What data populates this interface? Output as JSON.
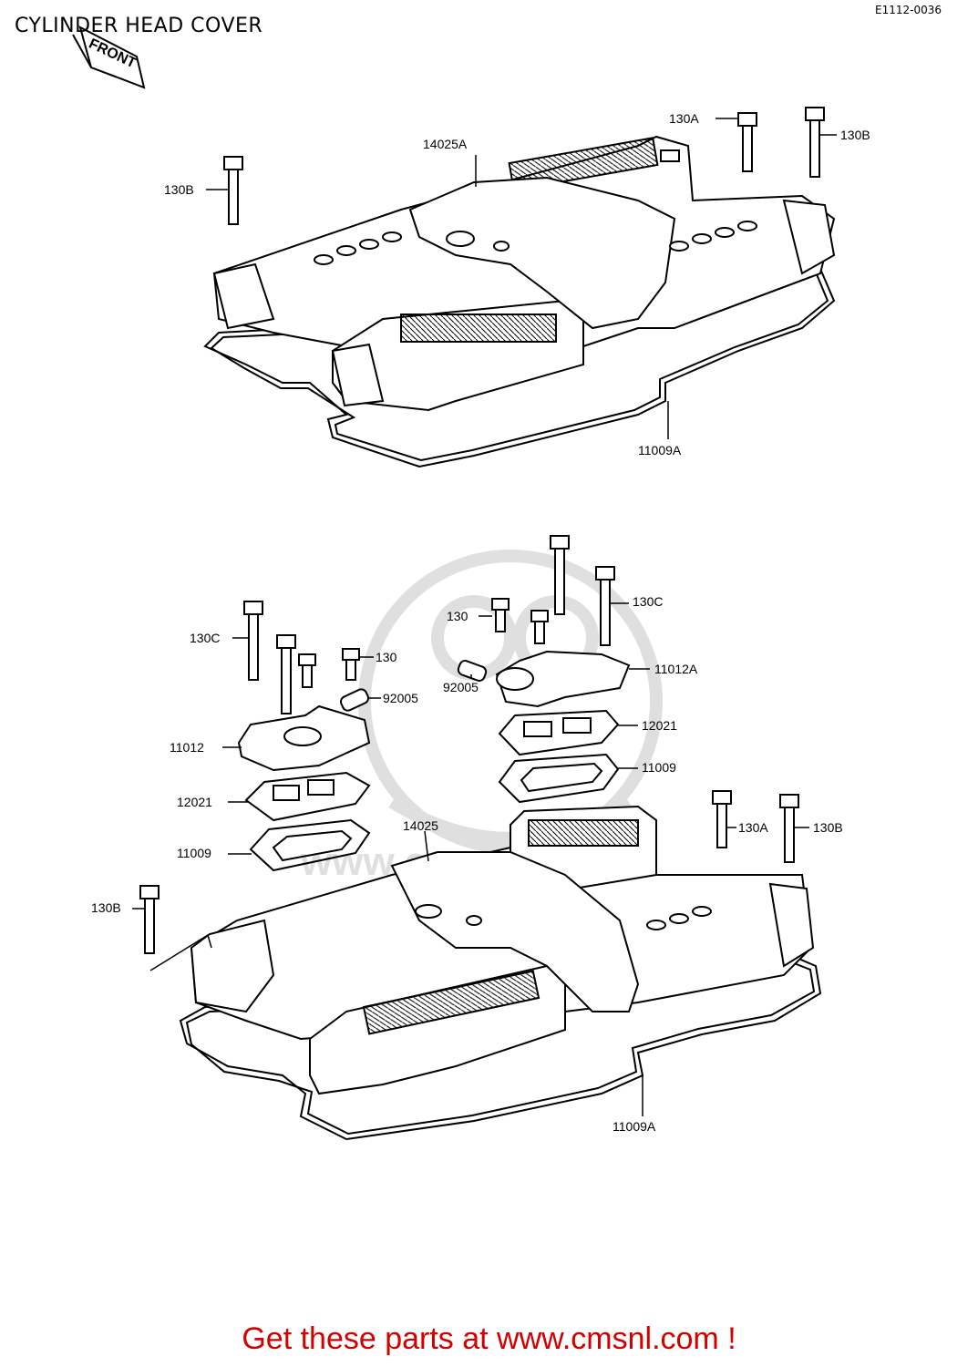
{
  "header": {
    "title": "CYLINDER HEAD COVER",
    "ref": "E1112-0036",
    "front_label": "FRONT"
  },
  "watermark": {
    "text": "www.cmsnl.com"
  },
  "top_assembly": {
    "labels": {
      "l130a": "130A",
      "l130b_right": "130B",
      "l14025a": "14025A",
      "l130b_left": "130B",
      "l11009a": "11009A"
    }
  },
  "bottom_assembly": {
    "labels": {
      "l130c_left": "130C",
      "l130_left": "130",
      "l92005_left": "92005",
      "l11012": "11012",
      "l12021_left": "12021",
      "l11009_left": "11009",
      "l14025": "14025",
      "l130b_left": "130B",
      "l130_right": "130",
      "l130c_right": "130C",
      "l11012a": "11012A",
      "l92005_right": "92005",
      "l12021_right": "12021",
      "l11009_right": "11009",
      "l130a": "130A",
      "l130b_right": "130B",
      "l11009a": "11009A"
    }
  },
  "footer": {
    "text": "Get these parts at www.cmsnl.com !"
  }
}
